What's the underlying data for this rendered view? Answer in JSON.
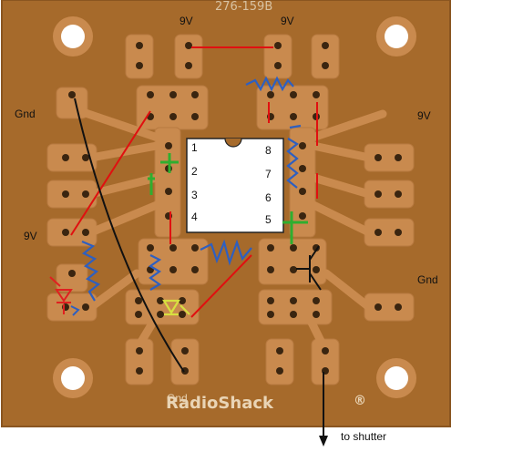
{
  "board": {
    "part_number": "276-159B",
    "brand": "RadioShack",
    "registered_mark": "®"
  },
  "labels": {
    "top_left_9v": "9V",
    "top_right_9v": "9V",
    "right_9v": "9V",
    "left_9v": "9V",
    "left_gnd": "Gnd",
    "right_gnd": "Gnd",
    "bottom_gnd": "Gnd",
    "shutter": "to shutter"
  },
  "ic": {
    "pins_left": [
      "1",
      "2",
      "3",
      "4"
    ],
    "pins_right": [
      "8",
      "7",
      "6",
      "5"
    ]
  },
  "colors": {
    "board": "#a66a2b",
    "copper": "#c98a4e",
    "wire_red": "#e01010",
    "wire_black": "#111111",
    "resistor_blue": "#2e5fc0",
    "capacitor_green": "#2fae2f",
    "led_red": "#e02020",
    "led_yellow": "#d8e040",
    "ic_body": "#ffffff"
  }
}
